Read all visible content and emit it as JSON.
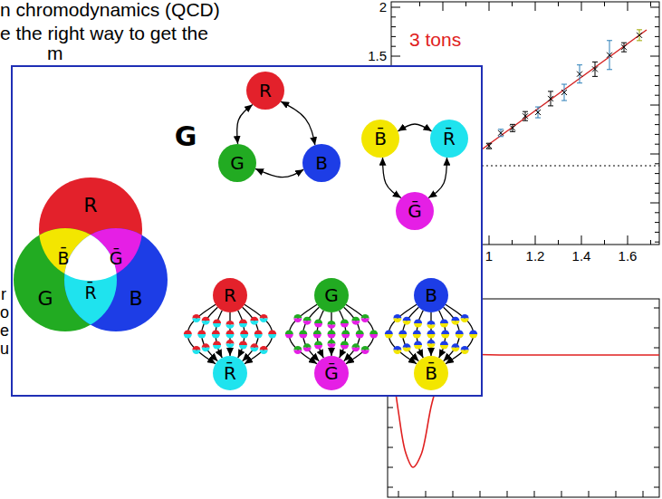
{
  "diagram": {
    "nodes": [
      {
        "text": [
          "R"
        ]
      },
      {
        "text": [
          "G"
        ]
      },
      {
        "text": [
          "B"
        ]
      },
      {
        "text": [
          "B̄"
        ]
      },
      {
        "text": [
          "R̄"
        ]
      },
      {
        "text": [
          "Ḡ"
        ]
      },
      {
        "text": [
          "R"
        ]
      },
      {
        "text": [
          "G"
        ]
      },
      {
        "text": [
          "B"
        ]
      },
      {
        "text": [
          "R"
        ]
      },
      {
        "text": [
          "G"
        ]
      },
      {
        "text": [
          "B"
        ]
      },
      {
        "text": [
          "R̄"
        ]
      },
      {
        "text": [
          "Ḡ"
        ]
      },
      {
        "text": [
          "B̄"
        ]
      }
    ],
    "edges": [
      {
        "from": 0,
        "to": 1,
        "arrow": "both"
      },
      {
        "from": 1,
        "to": 2,
        "arrow": "both"
      },
      {
        "from": 2,
        "to": 0,
        "arrow": "both"
      },
      {
        "from": 3,
        "to": 4,
        "arrow": "both"
      },
      {
        "from": 4,
        "to": 5,
        "arrow": "both"
      },
      {
        "from": 5,
        "to": 3,
        "arrow": "both"
      },
      {
        "from": 9,
        "to": 12,
        "arrow": "to"
      },
      {
        "from": 9,
        "to": 12,
        "arrow": "to"
      },
      {
        "from": 9,
        "to": 12,
        "arrow": "to"
      },
      {
        "from": 9,
        "to": 12,
        "arrow": "to"
      },
      {
        "from": 9,
        "to": 12,
        "arrow": "to"
      },
      {
        "from": 9,
        "to": 12,
        "arrow": "to"
      },
      {
        "from": 9,
        "to": 12,
        "arrow": "to"
      },
      {
        "from": 10,
        "to": 13,
        "arrow": "to"
      },
      {
        "from": 10,
        "to": 13,
        "arrow": "to"
      },
      {
        "from": 10,
        "to": 13,
        "arrow": "to"
      },
      {
        "from": 10,
        "to": 13,
        "arrow": "to"
      },
      {
        "from": 10,
        "to": 13,
        "arrow": "to"
      },
      {
        "from": 10,
        "to": 13,
        "arrow": "to"
      },
      {
        "from": 10,
        "to": 13,
        "arrow": "to"
      },
      {
        "from": 11,
        "to": 14,
        "arrow": "to"
      },
      {
        "from": 11,
        "to": 14,
        "arrow": "to"
      },
      {
        "from": 11,
        "to": 14,
        "arrow": "to"
      },
      {
        "from": 11,
        "to": 14,
        "arrow": "to"
      },
      {
        "from": 11,
        "to": 14,
        "arrow": "to"
      },
      {
        "from": 11,
        "to": 14,
        "arrow": "to"
      },
      {
        "from": 11,
        "to": 14,
        "arrow": "to"
      }
    ],
    "labels": [
      "n chromodynamics (QCD)",
      "e the right way to get the",
      "m",
      "r",
      "o",
      "e",
      "u",
      "3 tons",
      "2",
      "1.5",
      "1",
      "1.2",
      "1.4",
      "1.6",
      "G",
      "B̄",
      "Ḡ",
      "R̄"
    ]
  }
}
